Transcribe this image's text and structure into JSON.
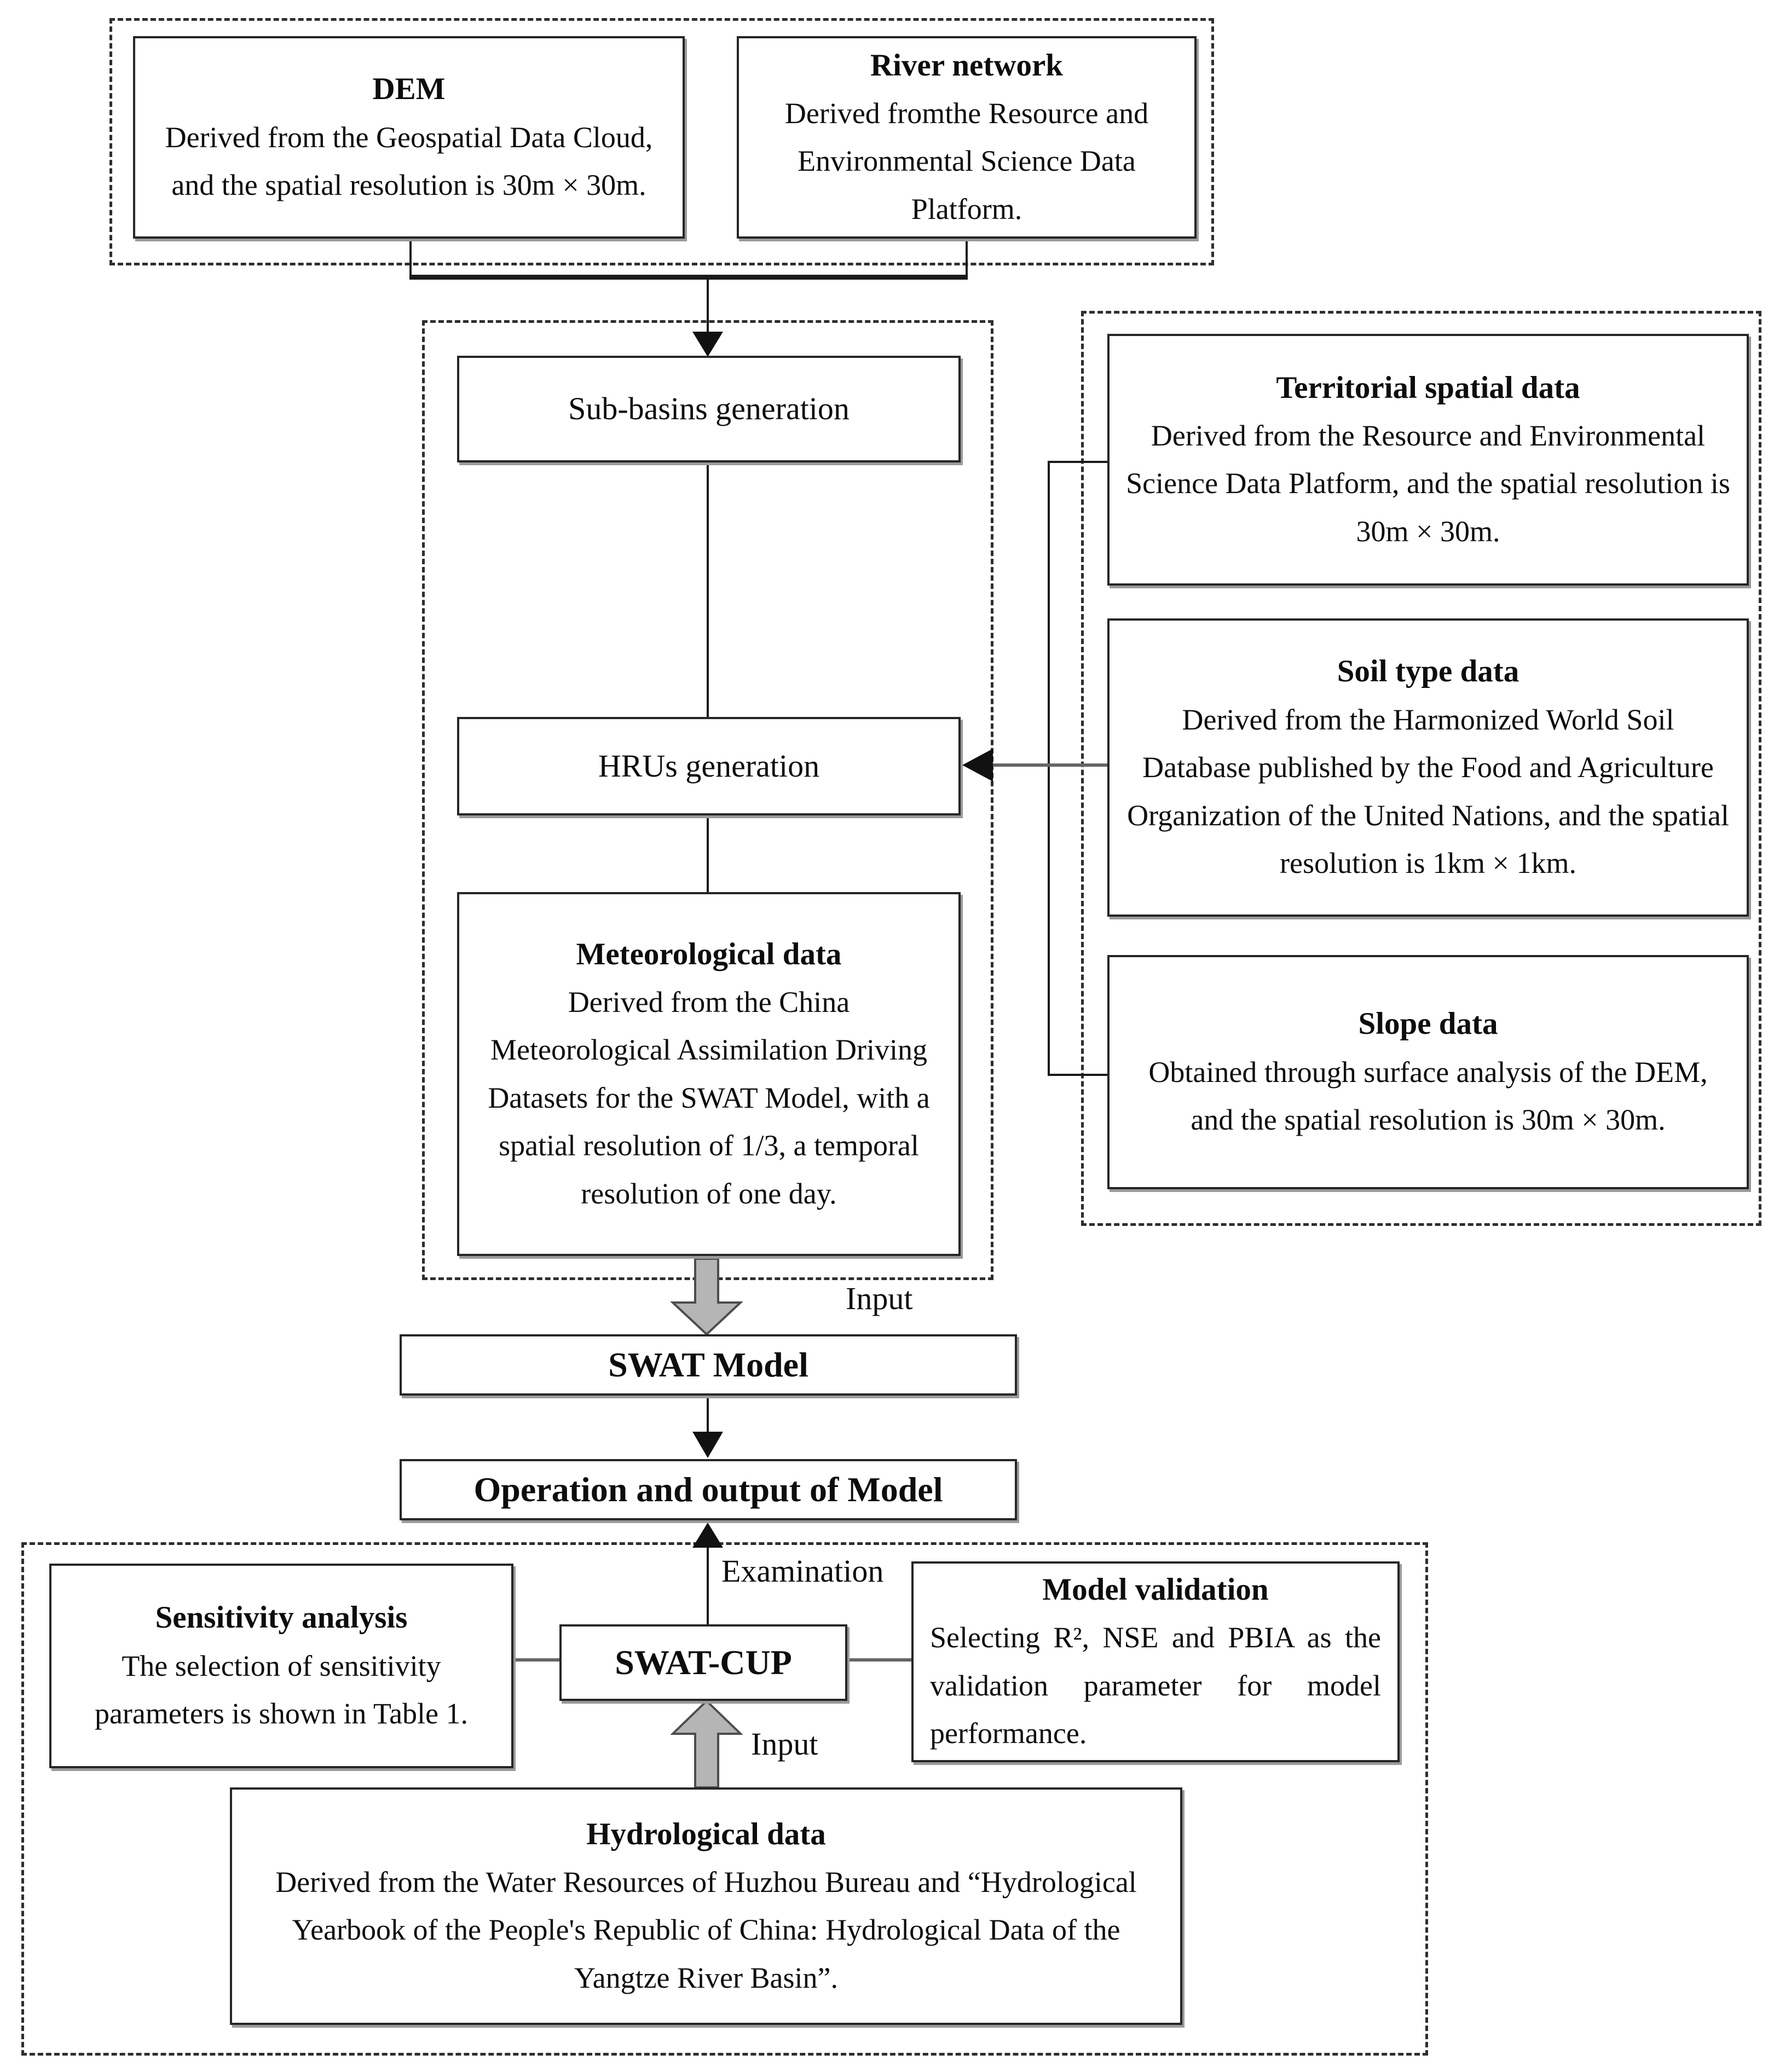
{
  "colors": {
    "background": "#ffffff",
    "line": "#1a1a1a",
    "box_border": "#262626",
    "fat_arrow_fill": "#b5b5b5",
    "fat_arrow_outline": "#4d4d4d"
  },
  "boxes": {
    "dem": {
      "title": "DEM",
      "body": "Derived from the Geospatial Data Cloud, and the spatial resolution is 30m × 30m."
    },
    "river_network": {
      "title": "River network",
      "body": "Derived fromthe Resource and Environmental Science Data Platform."
    },
    "sub_basins": {
      "label": "Sub-basins generation"
    },
    "hrus": {
      "label": "HRUs generation"
    },
    "meteorological": {
      "title": "Meteorological data",
      "body": "Derived from the China Meteorological Assimilation Driving Datasets for the SWAT Model, with a spatial resolution of 1/3, a temporal resolution of one day."
    },
    "territorial": {
      "title": "Territorial spatial data",
      "body": "Derived from the Resource and Environmental Science Data Platform, and the spatial resolution is 30m × 30m."
    },
    "soil_type": {
      "title": "Soil type data",
      "body": "Derived from the Harmonized World Soil Database published by the Food and Agriculture Organization of the United Nations, and the spatial resolution is 1km × 1km."
    },
    "slope": {
      "title": "Slope data",
      "body": "Obtained through surface analysis of the DEM, and the spatial resolution is 30m × 30m."
    },
    "swat_model": {
      "label": "SWAT Model"
    },
    "operation": {
      "label": "Operation and output of Model"
    },
    "sensitivity": {
      "title": "Sensitivity analysis",
      "body": "The selection of sensitivity parameters is shown in Table 1."
    },
    "swat_cup": {
      "label": "SWAT-CUP"
    },
    "model_validation": {
      "title": "Model validation",
      "body": "Selecting R², NSE and PBIA as the validation parameter for model performance."
    },
    "hydrological": {
      "title": "Hydrological data",
      "body": "Derived from the Water Resources of Huzhou Bureau and “Hydrological Yearbook of the People's Republic of China: Hydrological Data of the Yangtze River Basin”."
    }
  },
  "labels": {
    "input_top": "Input",
    "input_bottom": "Input",
    "examination": "Examination"
  }
}
